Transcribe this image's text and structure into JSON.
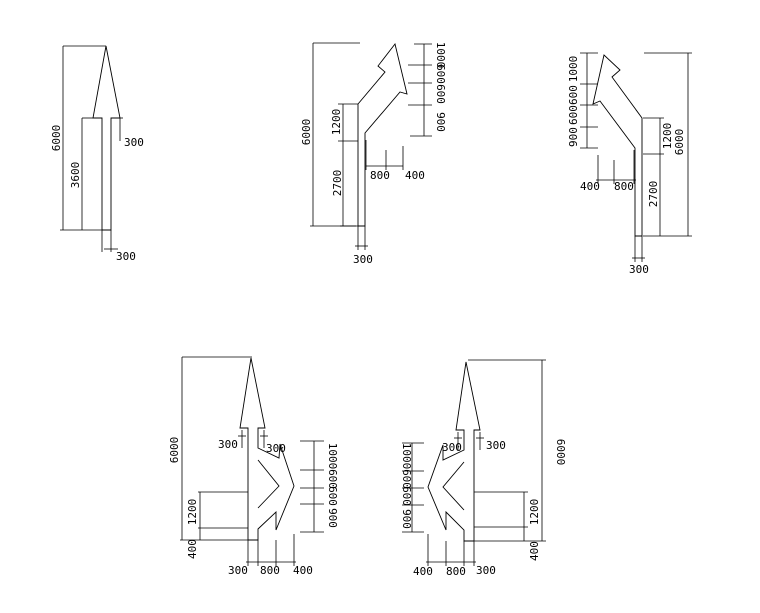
{
  "drawings": [
    {
      "name": "straight-arrow",
      "labels": [
        "6000",
        "3600",
        "300",
        "300"
      ]
    },
    {
      "name": "straight-right-arrow",
      "labels": [
        "6000",
        "1200",
        "2700",
        "1000",
        "600",
        "600",
        "900",
        "800",
        "400",
        "300"
      ]
    },
    {
      "name": "straight-left-arrow",
      "labels": [
        "1000",
        "600",
        "600",
        "900",
        "1200",
        "6000",
        "2700",
        "400",
        "800",
        "300"
      ]
    },
    {
      "name": "straight-with-right-branch-arrow",
      "labels": [
        "6000",
        "300",
        "300",
        "1000",
        "600",
        "600",
        "900",
        "1200",
        "400",
        "300",
        "800",
        "400"
      ]
    },
    {
      "name": "straight-with-left-branch-arrow",
      "labels": [
        "1000",
        "600",
        "600",
        "900",
        "300",
        "300",
        "6000",
        "1200",
        "400",
        "400",
        "800",
        "300"
      ]
    }
  ]
}
